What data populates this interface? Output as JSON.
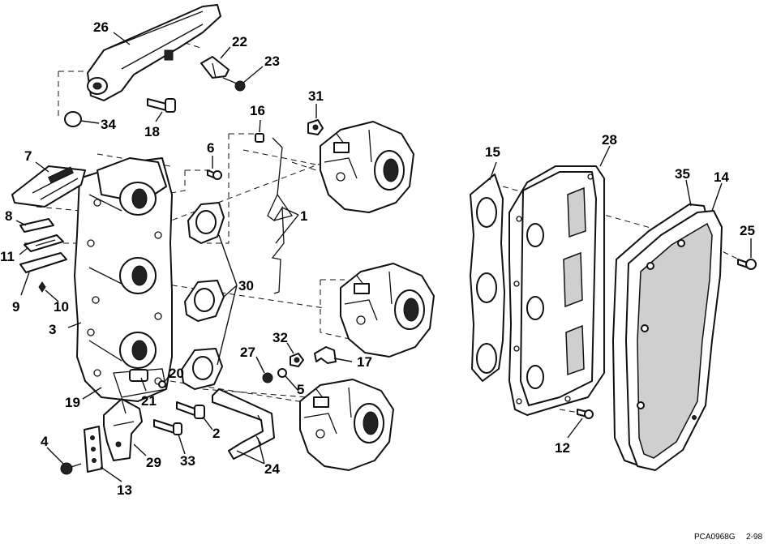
{
  "callouts": {
    "c1": "1",
    "c2": "2",
    "c3": "3",
    "c4": "4",
    "c5": "5",
    "c6": "6",
    "c7": "7",
    "c8": "8",
    "c9": "9",
    "c10": "10",
    "c11": "11",
    "c12": "12",
    "c13": "13",
    "c14": "14",
    "c15": "15",
    "c16": "16",
    "c17": "17",
    "c18": "18",
    "c19": "19",
    "c20": "20",
    "c21": "21",
    "c22": "22",
    "c23": "23",
    "c24": "24",
    "c25": "25",
    "c26": "26",
    "c27": "27",
    "c28": "28",
    "c29": "29",
    "c30": "30",
    "c31": "31",
    "c32": "32",
    "c33": "33",
    "c34": "34",
    "c35": "35"
  },
  "footer": {
    "figure_code": "PCA0968G",
    "page_ref": "2-98"
  }
}
